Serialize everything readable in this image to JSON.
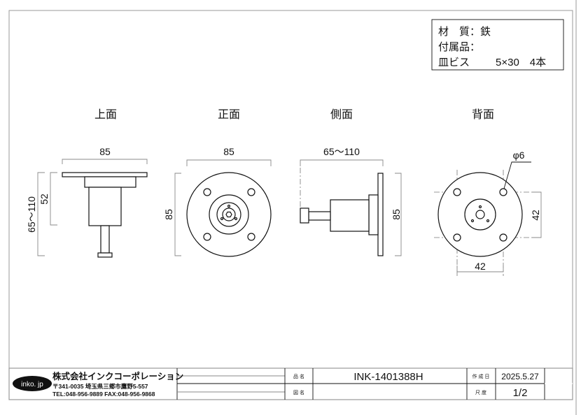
{
  "spec": {
    "material_label": "材　質：鉄",
    "accessory_label": "付属品：",
    "screw_label": "皿ビス",
    "screw_value": "5×30　4本"
  },
  "views": {
    "top": {
      "title": "上面",
      "width_dim": "85",
      "height_dim": "52",
      "depth_dim": "65〜110"
    },
    "front": {
      "title": "正面",
      "width_dim": "85",
      "height_dim": "85"
    },
    "side": {
      "title": "側面",
      "depth_dim": "65〜110",
      "height_dim": "85"
    },
    "back": {
      "title": "背面",
      "hole_dim": "φ6",
      "horizontal_pitch": "42",
      "vertical_pitch": "42"
    }
  },
  "title_block": {
    "logo": "inko. jp",
    "company": "株式会社インクコーポレーション",
    "address": "〒341-0035 埼玉県三郷市鷹野5-557",
    "phone": "TEL:048-956-9889  FAX:048-956-9868",
    "product_name_label": "品 名",
    "product_name": "INK-1401388H",
    "drawing_name_label": "図 名",
    "drawing_name": "",
    "created_label": "作 成 日",
    "created_date": "2025.5.27",
    "scale_label": "尺 度",
    "scale": "1/2"
  }
}
